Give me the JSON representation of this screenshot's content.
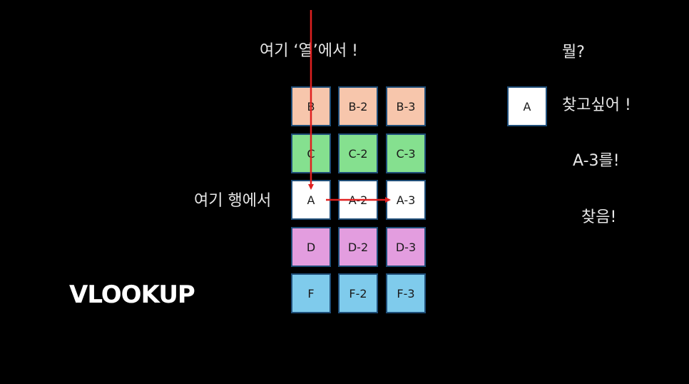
{
  "labels": {
    "column_label": "여기 ‘열’에서 !",
    "row_label": "여기 행에서",
    "question": "뭘?",
    "want_to_find": "찾고싶어 !",
    "answer": "A-3를!",
    "found": "찾음!",
    "title": "VLOOKUP"
  },
  "search_key": "A",
  "grid": {
    "rows": [
      {
        "color": "#f7c6ac",
        "cells": [
          "B",
          "B-2",
          "B-3"
        ]
      },
      {
        "color": "#85e08f",
        "cells": [
          "C",
          "C-2",
          "C-3"
        ]
      },
      {
        "color": "#ffffff",
        "cells": [
          "A",
          "A-2",
          "A-3"
        ]
      },
      {
        "color": "#e39ddf",
        "cells": [
          "D",
          "D-2",
          "D-3"
        ]
      },
      {
        "color": "#7fcbec",
        "cells": [
          "F",
          "F-2",
          "F-3"
        ]
      }
    ]
  },
  "arrow_color": "#e02020"
}
